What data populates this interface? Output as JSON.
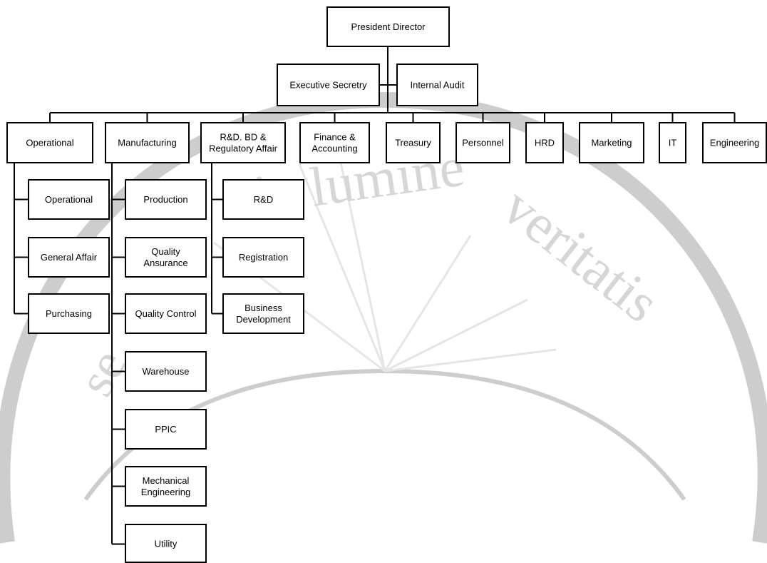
{
  "watermark": {
    "text": "in lumine veritatis",
    "color": "#d2d2d2",
    "kind": "seal"
  },
  "nodes": {
    "president": {
      "label": [
        "President Director"
      ]
    },
    "secretary": {
      "label": [
        "Executive Secretry"
      ]
    },
    "audit": {
      "label": [
        "Internal Audit"
      ]
    },
    "operational": {
      "label": [
        "Operational"
      ]
    },
    "manufacturing": {
      "label": [
        "Manufacturing"
      ]
    },
    "rnd_dept": {
      "label": [
        "R&D. BD &",
        "Regulatory Affair"
      ]
    },
    "finance": {
      "label": [
        "Finance &",
        "Accounting"
      ]
    },
    "treasury": {
      "label": [
        "Treasury"
      ]
    },
    "personnel": {
      "label": [
        "Personnel"
      ]
    },
    "hrd": {
      "label": [
        "HRD"
      ]
    },
    "marketing": {
      "label": [
        "Marketing"
      ]
    },
    "it": {
      "label": [
        "IT"
      ]
    },
    "engineering": {
      "label": [
        "Engineering"
      ]
    },
    "op_operational": {
      "label": [
        "Operational"
      ]
    },
    "op_general_affair": {
      "label": [
        "General Affair"
      ]
    },
    "op_purchasing": {
      "label": [
        "Purchasing"
      ]
    },
    "mf_production": {
      "label": [
        "Production"
      ]
    },
    "mf_quality_assurance": {
      "label": [
        "Quality",
        "Ansurance"
      ]
    },
    "mf_quality_control": {
      "label": [
        "Quality Control"
      ]
    },
    "mf_warehouse": {
      "label": [
        "Warehouse"
      ]
    },
    "mf_ppic": {
      "label": [
        "PPIC"
      ]
    },
    "mf_mechanical_engineering": {
      "label": [
        "Mechanical",
        "Engineering"
      ]
    },
    "mf_utility": {
      "label": [
        "Utility"
      ]
    },
    "rd_rnd": {
      "label": [
        "R&D"
      ]
    },
    "rd_registration": {
      "label": [
        "Registration"
      ]
    },
    "rd_business_development": {
      "label": [
        "Business",
        "Development"
      ]
    }
  }
}
